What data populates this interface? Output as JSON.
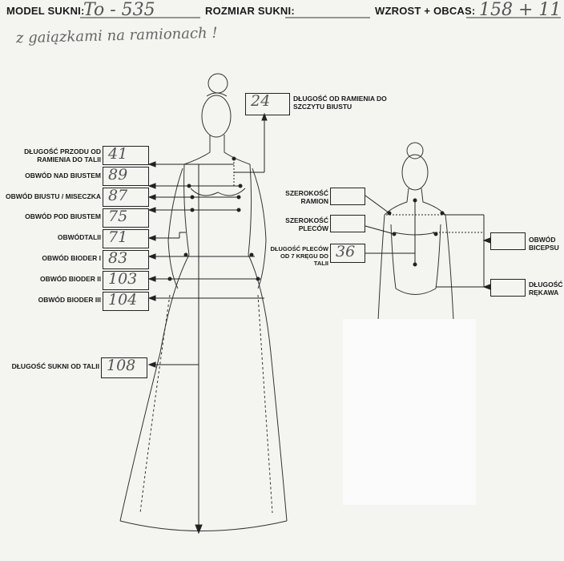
{
  "header": {
    "model_label": "MODEL SUKNI:",
    "model_value": "To - 535",
    "size_label": "ROZMIAR SUKNI:",
    "height_label": "WZROST + OBCAS:",
    "height_value": "158 + 11"
  },
  "note": "z gaiązkami na ramionach !",
  "front_measures": [
    {
      "label": "DŁUGOŚĆ PRZODU OD RAMIENIA DO TALII",
      "value": "41"
    },
    {
      "label": "OBWÓD NAD BIUSTEM",
      "value": "89"
    },
    {
      "label": "OBWÓD BIUSTU / MISECZKA",
      "value": "87"
    },
    {
      "label": "OBWÓD POD BIUSTEM",
      "value": "75"
    },
    {
      "label": "OBWÓDTALII",
      "value": "71"
    },
    {
      "label": "OBWÓD BIODER I",
      "value": "83"
    },
    {
      "label": "OBWÓD BIODER II",
      "value": "103"
    },
    {
      "label": "OBWÓD BIODER III",
      "value": "104"
    },
    {
      "label": "DŁUGOŚĆ SUKNI OD TALII",
      "value": "108"
    }
  ],
  "shoulder_bust": {
    "label": "DŁUGOŚĆ OD RAMIENIA DO SZCZYTU BIUSTU",
    "value": "24"
  },
  "back_measures": [
    {
      "label": "SZEROKOŚĆ RAMION",
      "value": ""
    },
    {
      "label": "SZEROKOŚĆ PLECÓW",
      "value": ""
    },
    {
      "label": "DŁUGOŚĆ PLECÓW OD 7 KRĘGU DO TALII",
      "value": "36"
    }
  ],
  "side_measures": [
    {
      "label": "OBWÓD BICEPSU",
      "value": ""
    },
    {
      "label": "DŁUGOŚĆ RĘKAWA",
      "value": ""
    }
  ]
}
